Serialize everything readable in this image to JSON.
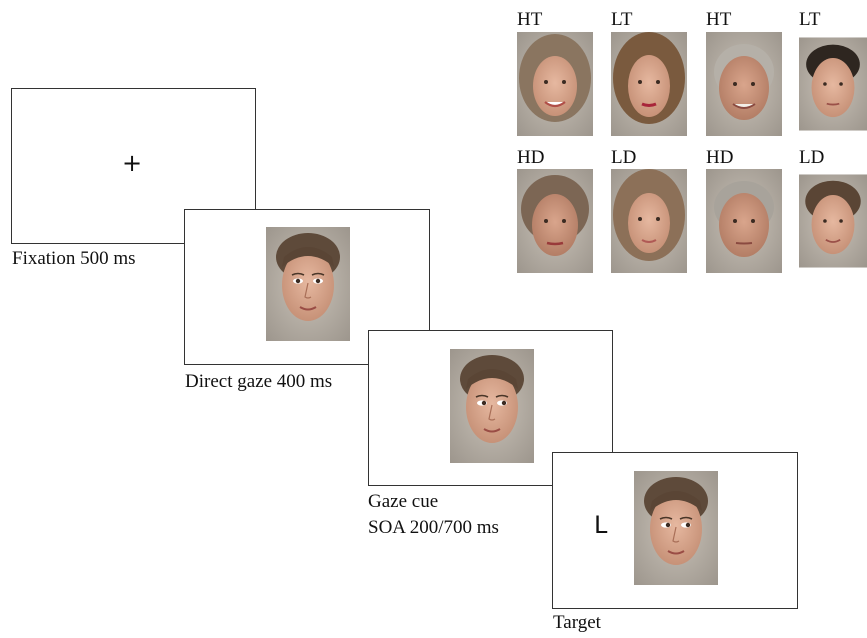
{
  "trial_sequence": {
    "fixation": {
      "symbol": "+",
      "caption": "Fixation 500 ms"
    },
    "direct_gaze": {
      "caption": "Direct gaze 400 ms",
      "face": "male-face-direct-gaze"
    },
    "gaze_cue": {
      "caption_line1": "Gaze cue",
      "caption_line2": "SOA 200/700 ms",
      "face": "male-face-averted-gaze"
    },
    "target": {
      "letter": "L",
      "caption": "Target",
      "face": "male-face-averted-gaze"
    }
  },
  "face_grid": {
    "top_row": [
      {
        "label": "HT",
        "face": "young-female-high-trust"
      },
      {
        "label": "LT",
        "face": "young-female-low-trust"
      },
      {
        "label": "HT",
        "face": "older-male-high-trust"
      },
      {
        "label": "LT",
        "face": "young-male-low-trust"
      }
    ],
    "bottom_row": [
      {
        "label": "HD",
        "face": "older-female-high-dominance"
      },
      {
        "label": "LD",
        "face": "young-female-low-dominance"
      },
      {
        "label": "HD",
        "face": "older-male-high-dominance"
      },
      {
        "label": "LD",
        "face": "young-male-low-dominance"
      }
    ]
  }
}
